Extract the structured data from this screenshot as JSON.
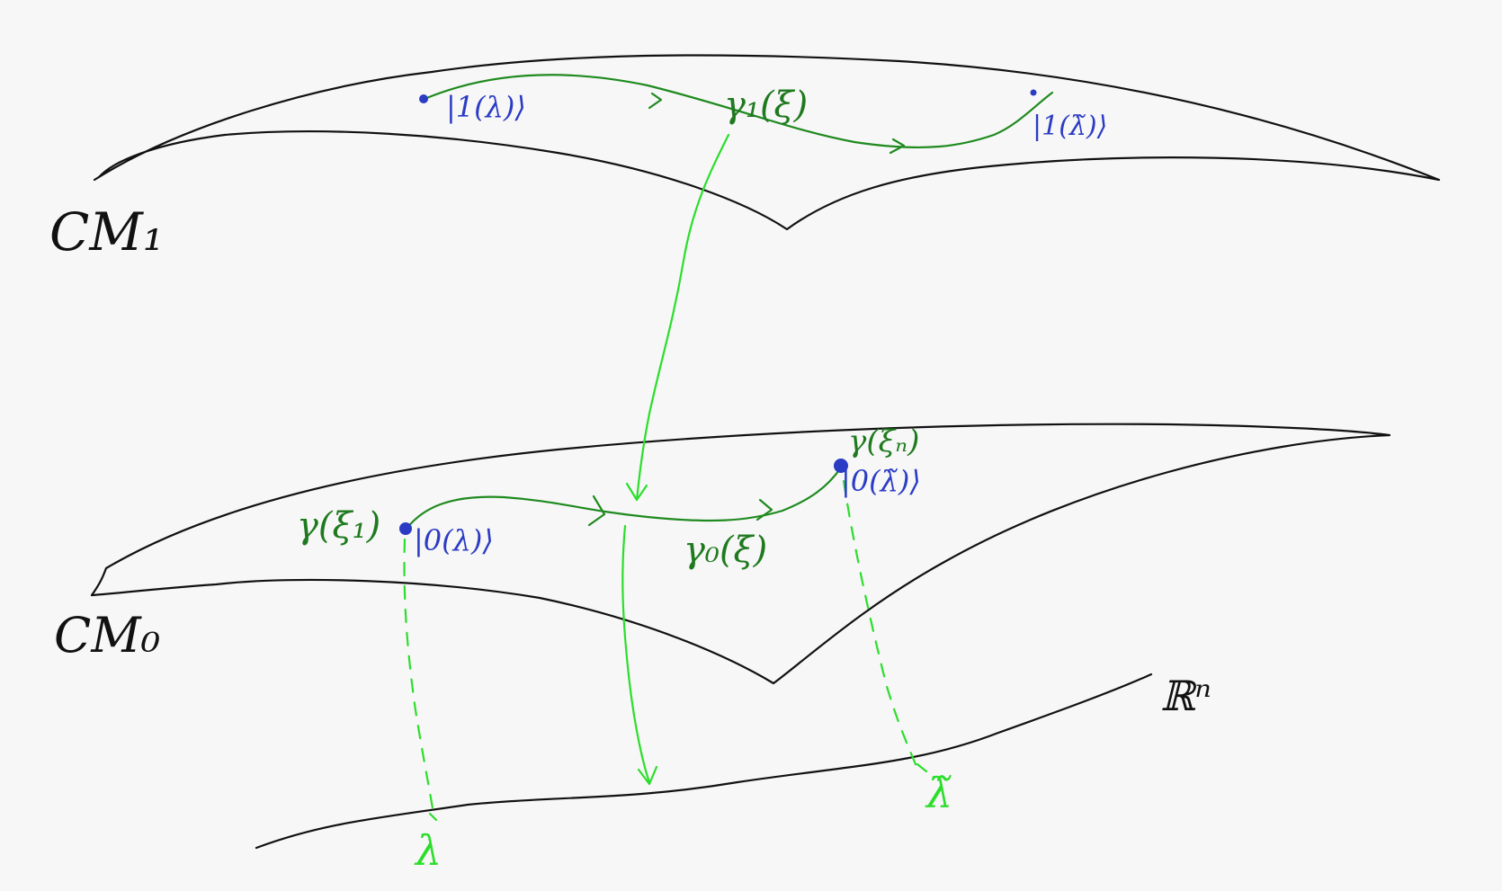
{
  "labels": {
    "cm1": "CM₁",
    "cm0": "CM₀",
    "rn": "ℝⁿ",
    "psi_lambda_top": "|1(λ)⟩",
    "psi_lambda_tilde_top": "|1(λ̃)⟩",
    "gamma1": "γ₁(ξ)",
    "gamma_xi1": "γ(ξ₁)",
    "psi_lambda_bottom": "|0(λ)⟩",
    "gamma0": "γ₀(ξ)",
    "gamma_xin": "γ(ξₙ)",
    "psi_lambda_tilde_bottom": "|0(λ̃)⟩",
    "lambda": "λ",
    "lambda_tilde": "λ̃"
  },
  "colors": {
    "manifold": "#111111",
    "curve": "#1f8a1f",
    "projection": "#2bde2b",
    "state": "#2b3cc4"
  }
}
